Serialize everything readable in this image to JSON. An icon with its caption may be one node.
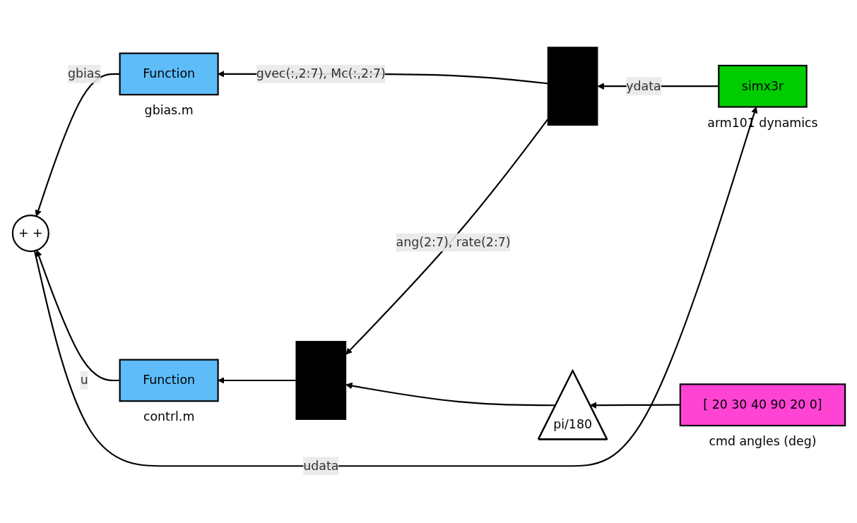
{
  "diagram": {
    "nodes": [
      {
        "text": [
          "simx3r"
        ],
        "beside": [
          "arm101 dynamics"
        ]
      },
      {
        "text": [
          "+",
          "+"
        ]
      },
      {
        "text": [
          "Function"
        ],
        "beside": [
          "gbias.m"
        ]
      },
      {
        "text": [],
        "shape": "bar"
      },
      {
        "text": [],
        "shape": "bar"
      },
      {
        "text": [
          "Function"
        ],
        "beside": [
          "contrl.m"
        ]
      },
      {
        "text": [
          "pi/180"
        ]
      },
      {
        "text": [
          "[ 20 30 40 90 20 0]"
        ],
        "beside": [
          "cmd angles (deg)"
        ]
      }
    ],
    "edges": [
      {
        "from": 1,
        "to": 0,
        "arrow": "to",
        "label": "udata"
      },
      {
        "from": 0,
        "to": 4,
        "arrow": "to",
        "label": "ydata"
      },
      {
        "from": 4,
        "to": 2,
        "arrow": "to",
        "label": "gvec(:,2:7), Mc(:,2:7)"
      },
      {
        "from": 2,
        "to": 1,
        "arrow": "to",
        "label": "gbias"
      },
      {
        "from": 4,
        "to": 3,
        "arrow": "to",
        "label": "ang(2:7), rate(2:7)"
      },
      {
        "from": 3,
        "to": 5,
        "arrow": "to"
      },
      {
        "from": 5,
        "to": 1,
        "arrow": "to",
        "label": "u"
      },
      {
        "from": 7,
        "to": 6,
        "arrow": "to"
      },
      {
        "from": 6,
        "to": 3,
        "arrow": "to"
      }
    ]
  }
}
